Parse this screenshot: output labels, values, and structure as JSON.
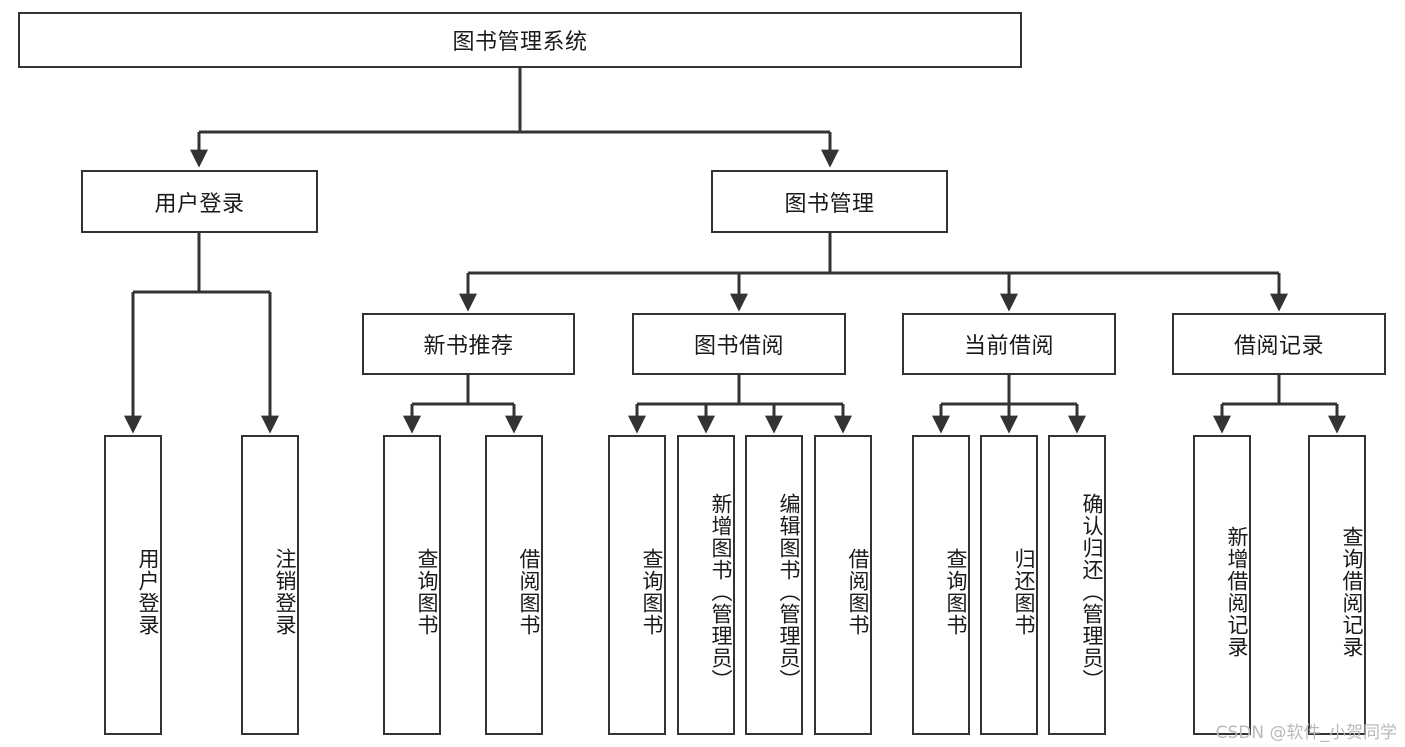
{
  "diagram": {
    "type": "tree",
    "title": "图书管理系统",
    "watermark": "CSDN @软件_小贺同学",
    "colors": {
      "stroke": "#333333",
      "box_fill": "#ffffff",
      "text": "#1a1a1a",
      "watermark": "#b9b9b9",
      "background": "#ffffff"
    },
    "levels": {
      "level0": [
        {
          "id": "root",
          "label": "图书管理系统",
          "orientation": "horizontal"
        }
      ],
      "level1": [
        {
          "id": "user-login",
          "label": "用户登录",
          "orientation": "horizontal"
        },
        {
          "id": "book-manage",
          "label": "图书管理",
          "orientation": "horizontal"
        }
      ],
      "level2": [
        {
          "id": "new-book-rec",
          "label": "新书推荐",
          "orientation": "horizontal"
        },
        {
          "id": "book-borrow",
          "label": "图书借阅",
          "orientation": "horizontal"
        },
        {
          "id": "current-borrow",
          "label": "当前借阅",
          "orientation": "horizontal"
        },
        {
          "id": "borrow-record",
          "label": "借阅记录",
          "orientation": "horizontal"
        }
      ],
      "level3": [
        {
          "id": "leaf-user-login",
          "label": "用户登录",
          "parent": "user-login",
          "orientation": "vertical"
        },
        {
          "id": "leaf-logout",
          "label": "注销登录",
          "parent": "user-login",
          "orientation": "vertical"
        },
        {
          "id": "leaf-query-book-1",
          "label": "查询图书",
          "parent": "new-book-rec",
          "orientation": "vertical"
        },
        {
          "id": "leaf-borrow-book-1",
          "label": "借阅图书",
          "parent": "new-book-rec",
          "orientation": "vertical"
        },
        {
          "id": "leaf-query-book-2",
          "label": "查询图书",
          "parent": "book-borrow",
          "orientation": "vertical"
        },
        {
          "id": "leaf-add-book",
          "label": "新增图书（管理员）",
          "parent": "book-borrow",
          "orientation": "vertical"
        },
        {
          "id": "leaf-edit-book",
          "label": "编辑图书（管理员）",
          "parent": "book-borrow",
          "orientation": "vertical"
        },
        {
          "id": "leaf-borrow-book-2",
          "label": "借阅图书",
          "parent": "book-borrow",
          "orientation": "vertical"
        },
        {
          "id": "leaf-query-book-3",
          "label": "查询图书",
          "parent": "current-borrow",
          "orientation": "vertical"
        },
        {
          "id": "leaf-return-book",
          "label": "归还图书",
          "parent": "current-borrow",
          "orientation": "vertical"
        },
        {
          "id": "leaf-confirm-return",
          "label": "确认归还（管理员）",
          "parent": "current-borrow",
          "orientation": "vertical"
        },
        {
          "id": "leaf-add-record",
          "label": "新增借阅记录",
          "parent": "borrow-record",
          "orientation": "vertical"
        },
        {
          "id": "leaf-query-record",
          "label": "查询借阅记录",
          "parent": "borrow-record",
          "orientation": "vertical"
        }
      ]
    }
  }
}
